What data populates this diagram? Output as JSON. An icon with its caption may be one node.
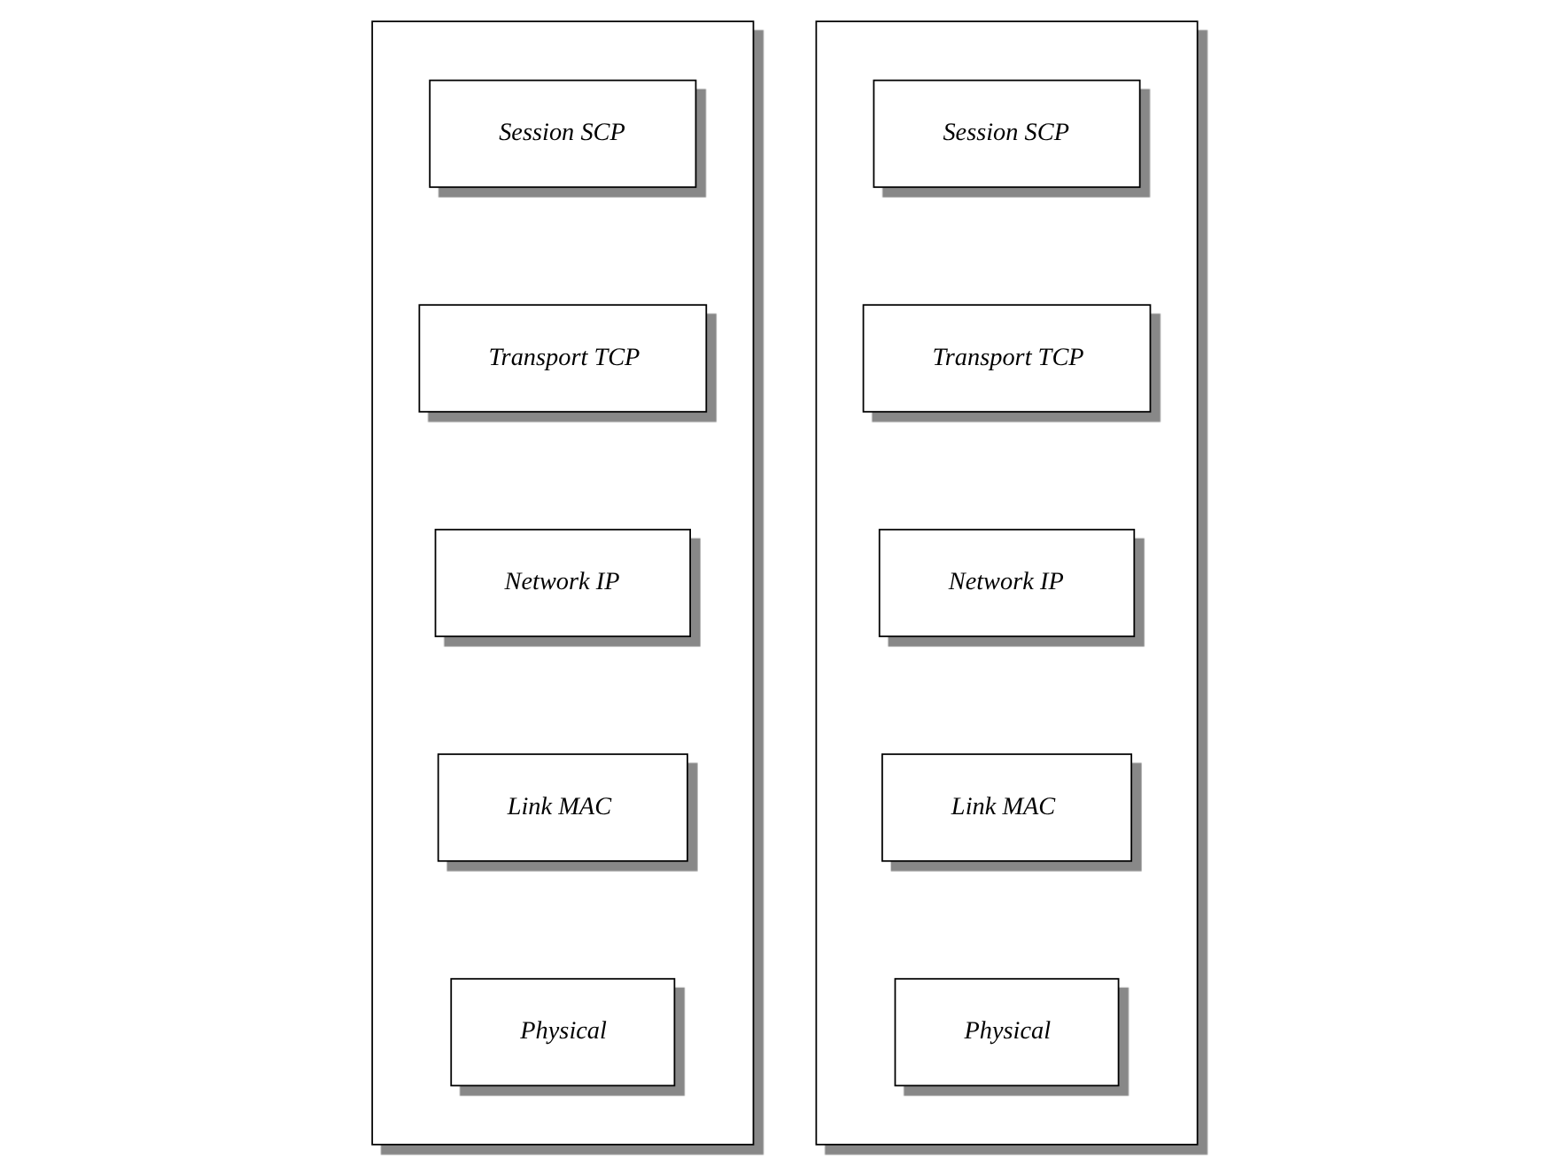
{
  "diagram": {
    "nodes": [
      {
        "text": [],
        "shape": "box"
      },
      {
        "text": [
          "Session SCP"
        ],
        "in": 0
      },
      {
        "text": [
          "Transport TCP"
        ],
        "in": 0
      },
      {
        "text": [
          "Network IP"
        ],
        "in": 0
      },
      {
        "text": [
          "Link MAC"
        ],
        "in": 0
      },
      {
        "text": [
          "Physical"
        ],
        "in": 0
      },
      {
        "text": [],
        "shape": "box"
      },
      {
        "text": [
          "Session SCP"
        ],
        "in": 6
      },
      {
        "text": [
          "Transport TCP"
        ],
        "in": 6
      },
      {
        "text": [
          "Network IP"
        ],
        "in": 6
      },
      {
        "text": [
          "Link MAC"
        ],
        "in": 6
      },
      {
        "text": [
          "Physical"
        ],
        "in": 6
      }
    ]
  }
}
